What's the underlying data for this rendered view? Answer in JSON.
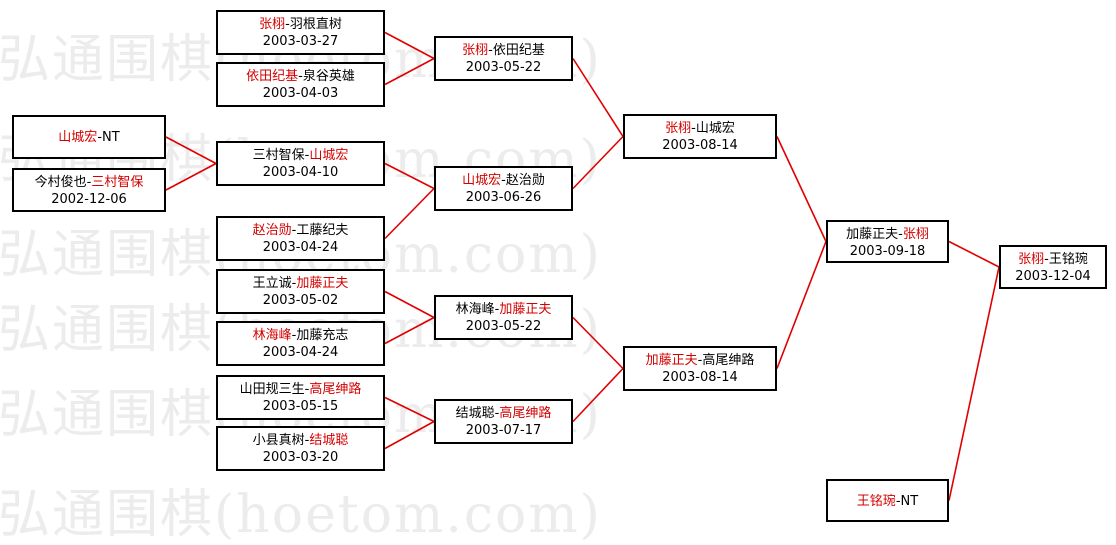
{
  "watermark": "弘通围棋(hoetom.com)",
  "matches": [
    {
      "id": "m1",
      "p1": "张栩",
      "p2": "羽根直树",
      "winner": 1,
      "date": "2003-03-27"
    },
    {
      "id": "m2",
      "p1": "依田纪基",
      "p2": "泉谷英雄",
      "winner": 1,
      "date": "2003-04-03"
    },
    {
      "id": "m3",
      "p1": "山城宏",
      "p2": "NT",
      "winner": 1,
      "date": ""
    },
    {
      "id": "m4",
      "p1": "今村俊也",
      "p2": "三村智保",
      "winner": 2,
      "date": "2002-12-06"
    },
    {
      "id": "m5",
      "p1": "三村智保",
      "p2": "山城宏",
      "winner": 2,
      "date": "2003-04-10"
    },
    {
      "id": "m6",
      "p1": "赵治勋",
      "p2": "工藤纪夫",
      "winner": 1,
      "date": "2003-04-24"
    },
    {
      "id": "m7",
      "p1": "王立诚",
      "p2": "加藤正夫",
      "winner": 2,
      "date": "2003-05-02"
    },
    {
      "id": "m8",
      "p1": "林海峰",
      "p2": "加藤充志",
      "winner": 1,
      "date": "2003-04-24"
    },
    {
      "id": "m9",
      "p1": "山田规三生",
      "p2": "高尾绅路",
      "winner": 2,
      "date": "2003-05-15"
    },
    {
      "id": "m10",
      "p1": "小县真树",
      "p2": "结城聪",
      "winner": 2,
      "date": "2003-03-20"
    },
    {
      "id": "m11",
      "p1": "张栩",
      "p2": "依田纪基",
      "winner": 1,
      "date": "2003-05-22"
    },
    {
      "id": "m12",
      "p1": "山城宏",
      "p2": "赵治勋",
      "winner": 1,
      "date": "2003-06-26"
    },
    {
      "id": "m13",
      "p1": "林海峰",
      "p2": "加藤正夫",
      "winner": 2,
      "date": "2003-05-22"
    },
    {
      "id": "m14",
      "p1": "结城聪",
      "p2": "高尾绅路",
      "winner": 2,
      "date": "2003-07-17"
    },
    {
      "id": "m15",
      "p1": "张栩",
      "p2": "山城宏",
      "winner": 1,
      "date": "2003-08-14"
    },
    {
      "id": "m16",
      "p1": "加藤正夫",
      "p2": "高尾绅路",
      "winner": 1,
      "date": "2003-08-14"
    },
    {
      "id": "m17",
      "p1": "加藤正夫",
      "p2": "张栩",
      "winner": 2,
      "date": "2003-09-18"
    },
    {
      "id": "m18",
      "p1": "王铭琬",
      "p2": "NT",
      "winner": 1,
      "date": ""
    },
    {
      "id": "m19",
      "p1": "张栩",
      "p2": "王铭琬",
      "winner": 1,
      "date": "2003-12-04"
    }
  ],
  "colors": {
    "winner": "#d40000",
    "line": "#e00000",
    "border": "#000000",
    "watermark": "#ececec"
  }
}
